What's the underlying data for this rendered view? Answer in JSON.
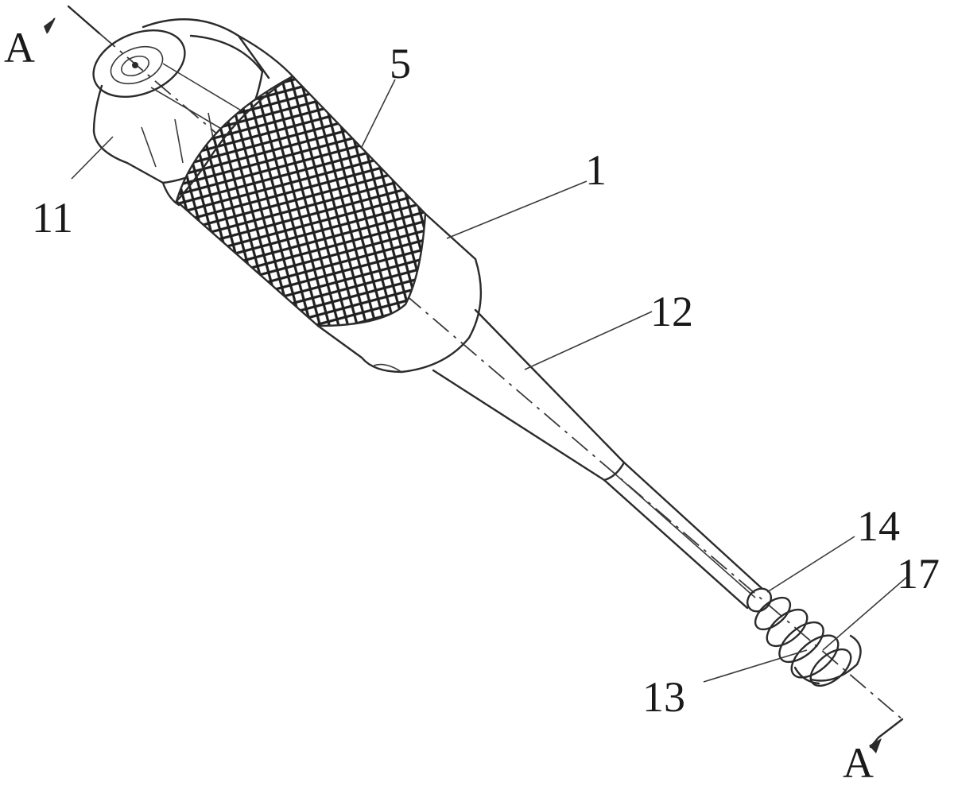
{
  "figure": {
    "labels": {
      "section_top": "A",
      "section_bottom": "A",
      "knurled_sleeve": "5",
      "body": "1",
      "end_cap": "11",
      "taper": "12",
      "groove_a": "14",
      "groove_b": "17",
      "tip": "13"
    },
    "colors": {
      "line": "#2b2b2b",
      "knurl": "#1f1f1f",
      "background": "#ffffff"
    }
  }
}
